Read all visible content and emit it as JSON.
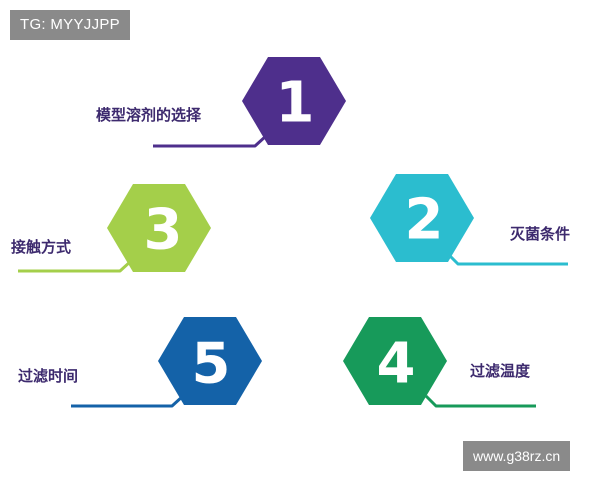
{
  "tags": {
    "top_left": "TG: MYYJJPP",
    "bottom_right": "www.g38rz.cn"
  },
  "steps": [
    {
      "number": "1",
      "label": "模型溶剂的选择",
      "color": "#4e2f8c"
    },
    {
      "number": "2",
      "label": "灭菌条件",
      "color": "#2bbdcf"
    },
    {
      "number": "3",
      "label": "接触方式",
      "color": "#a4cf4a"
    },
    {
      "number": "4",
      "label": "过滤温度",
      "color": "#179a5a"
    },
    {
      "number": "5",
      "label": "过滤时间",
      "color": "#1462a8"
    }
  ]
}
